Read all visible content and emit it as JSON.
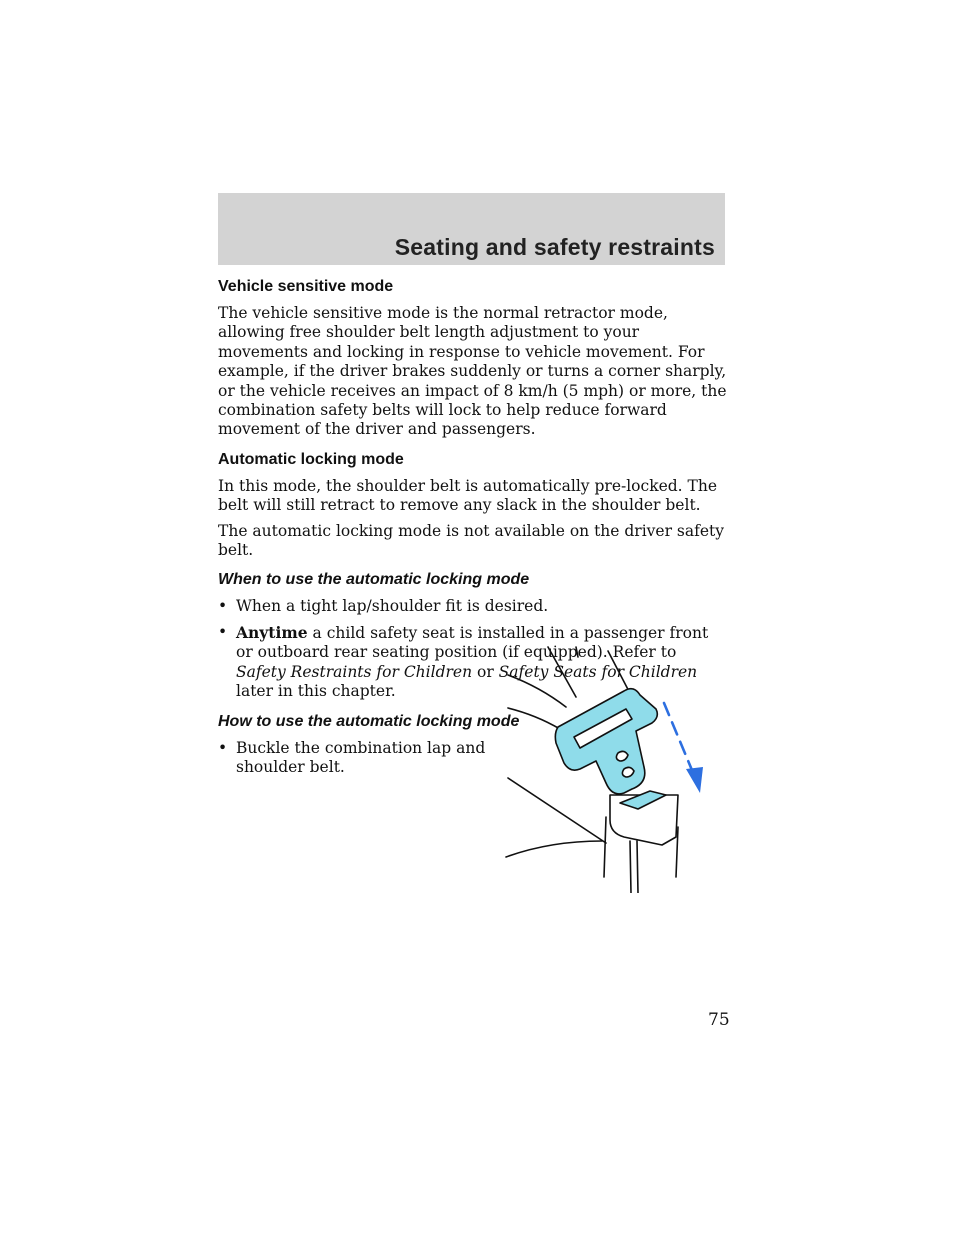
{
  "header": {
    "title": "Seating and safety restraints"
  },
  "sections": {
    "vehicle_sensitive": {
      "heading": "Vehicle sensitive mode",
      "body": "The vehicle sensitive mode is the normal retractor mode, allowing free shoulder belt length adjustment to your movements and locking in response to vehicle movement. For example, if the driver brakes suddenly or turns a corner sharply, or the vehicle receives an impact of 8 km/h (5 mph) or more, the combination safety belts will lock to help reduce forward movement of the driver and passengers."
    },
    "automatic_locking": {
      "heading": "Automatic locking mode",
      "body1": "In this mode, the shoulder belt is automatically pre-locked. The belt will still retract to remove any slack in the shoulder belt.",
      "body2": "The automatic locking mode is not available on the driver safety belt."
    },
    "when_to_use": {
      "heading": "When to use the automatic locking mode",
      "bullet1": "When a tight lap/shoulder fit is desired.",
      "bullet2_bold": "Anytime",
      "bullet2_text": " a child safety seat is installed in a passenger front or outboard rear seating position (if equipped). Refer to ",
      "bullet2_ref1": "Safety Restraints for Children",
      "bullet2_or": " or ",
      "bullet2_ref2": "Safety Seats for Children",
      "bullet2_end": " later in this chapter."
    },
    "how_to_use": {
      "heading": "How to use the automatic locking mode",
      "bullet1": "Buckle the combination lap and shoulder belt."
    }
  },
  "bullet_symbol": "•",
  "illustration": {
    "name": "seat-belt-buckle-illustration",
    "accent_color": "#8fdcea"
  },
  "footer": {
    "page_number": "75"
  }
}
